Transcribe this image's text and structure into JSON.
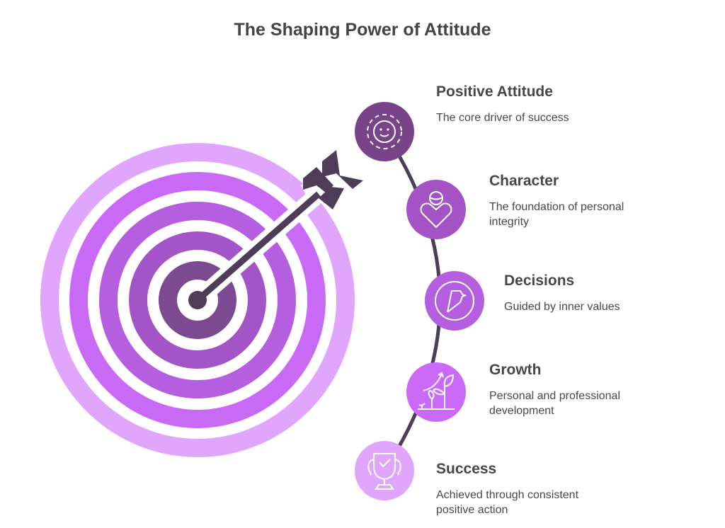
{
  "title": "The Shaping Power of Attitude",
  "colors": {
    "dark": "#4e3c58",
    "ring1": "#e0a5fc",
    "ring2": "#c96af7",
    "ring3": "#b55ee0",
    "ring4": "#a355c7",
    "ring5": "#7b4a91"
  },
  "steps": [
    {
      "title": "Positive Attitude",
      "desc": "The core driver of success",
      "icon": "smiley-icon",
      "color": "#784389"
    },
    {
      "title": "Character",
      "desc": "The foundation of personal integrity",
      "icon": "person-heart-icon",
      "color": "#a453c4"
    },
    {
      "title": "Decisions",
      "desc": "Guided by inner values",
      "icon": "decision-flag-icon",
      "color": "#b55ee0"
    },
    {
      "title": "Growth",
      "desc": "Personal and professional development",
      "icon": "growth-plant-icon",
      "color": "#cb6af8"
    },
    {
      "title": "Success",
      "desc": "Achieved through consistent positive action",
      "icon": "trophy-icon",
      "color": "#e0a5fc"
    }
  ]
}
